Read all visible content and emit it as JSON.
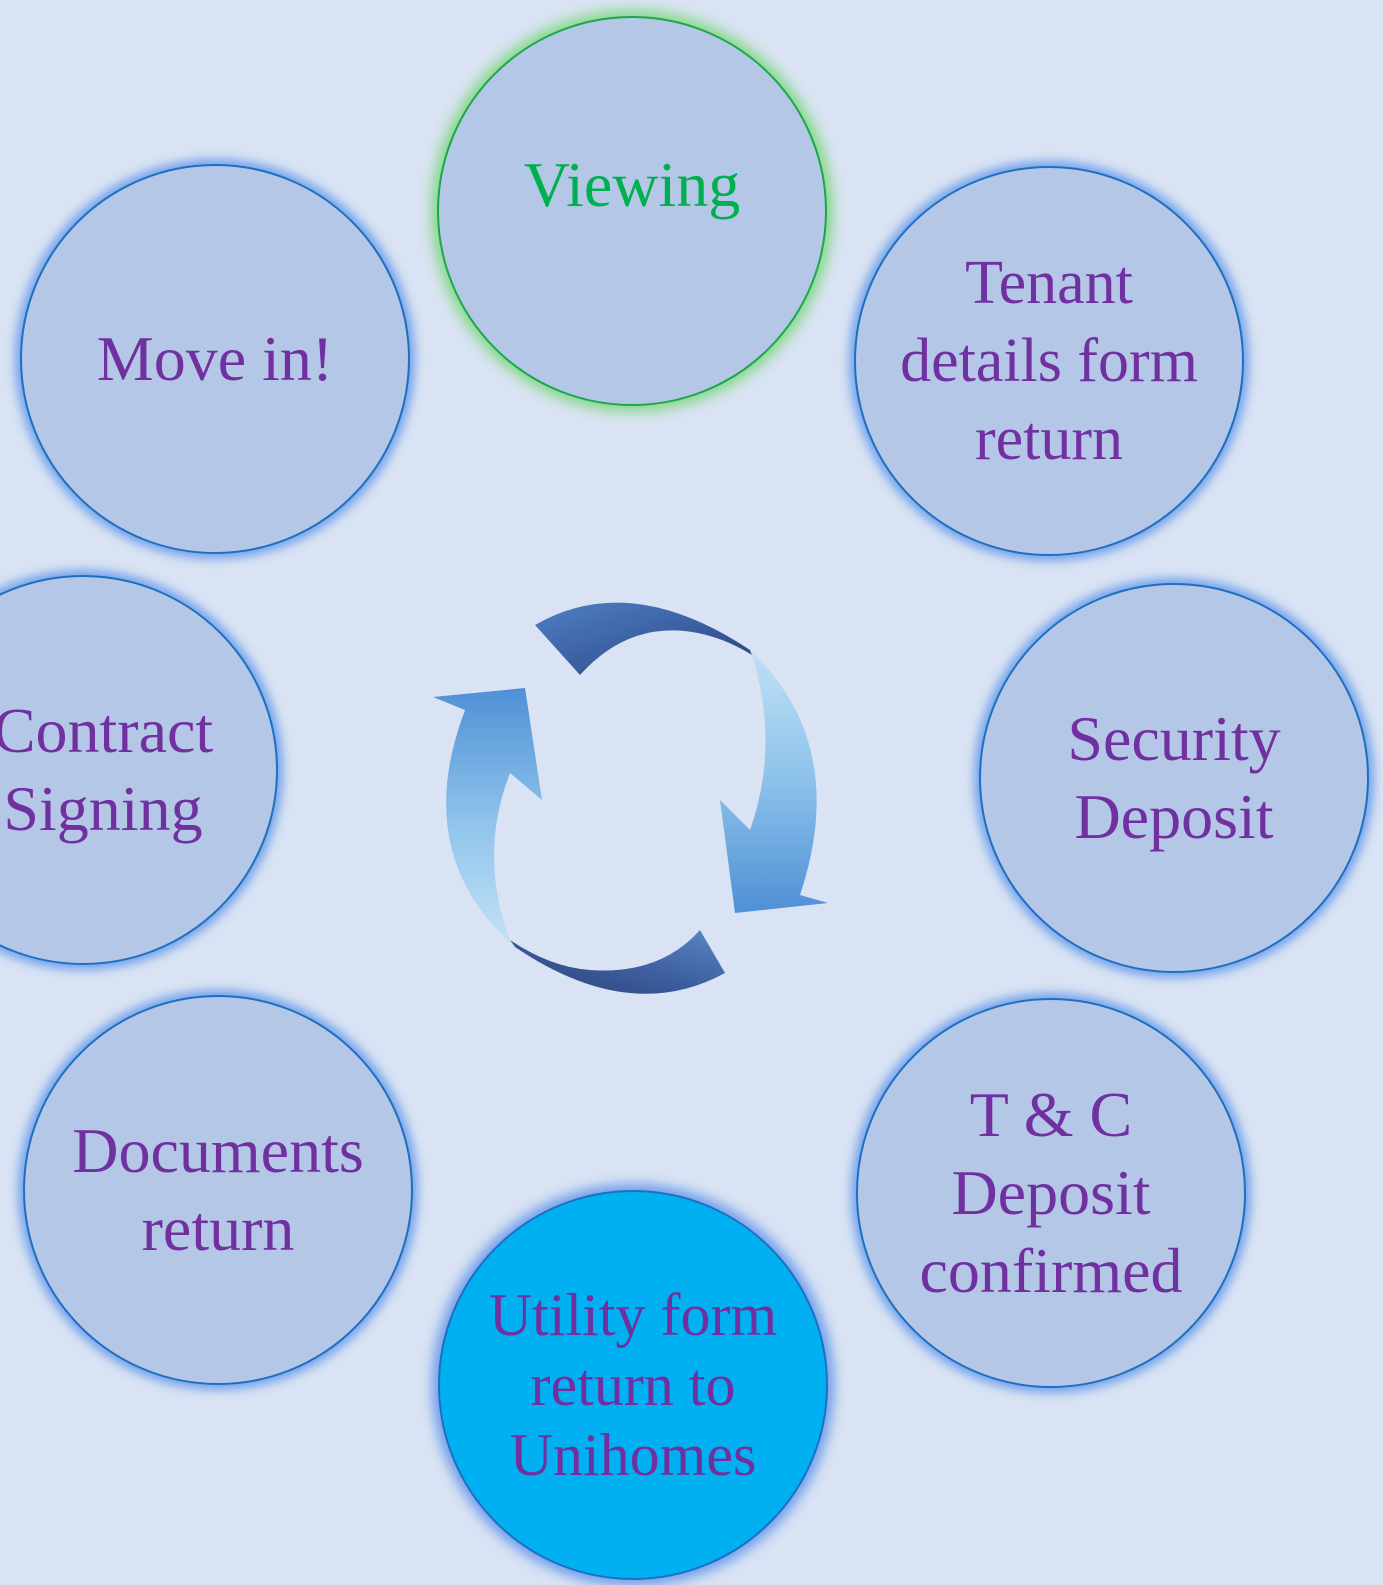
{
  "steps": [
    {
      "id": "viewing",
      "label": "Viewing",
      "state": "current"
    },
    {
      "id": "tenant",
      "label": "Tenant\ndetails form\nreturn"
    },
    {
      "id": "security",
      "label": "Security\nDeposit"
    },
    {
      "id": "tc",
      "label": "T & C\nDeposit\nconfirmed"
    },
    {
      "id": "utility",
      "label": "Utility form\nreturn to\nUnihomes",
      "state": "highlighted"
    },
    {
      "id": "documents",
      "label": "Documents\nreturn"
    },
    {
      "id": "contract",
      "label": "Contract\nSigning"
    },
    {
      "id": "movein",
      "label": "Move in!"
    }
  ],
  "center_icon": "cycle-arrows-icon",
  "colors": {
    "background": "#dae3f3",
    "circle_fill": "#b4c7e7",
    "circle_border": "#1f6fc0",
    "label_text": "#7030a0",
    "current_step_text": "#00b050",
    "current_step_glow": "#92d050",
    "highlight_fill": "#00b0f0"
  }
}
